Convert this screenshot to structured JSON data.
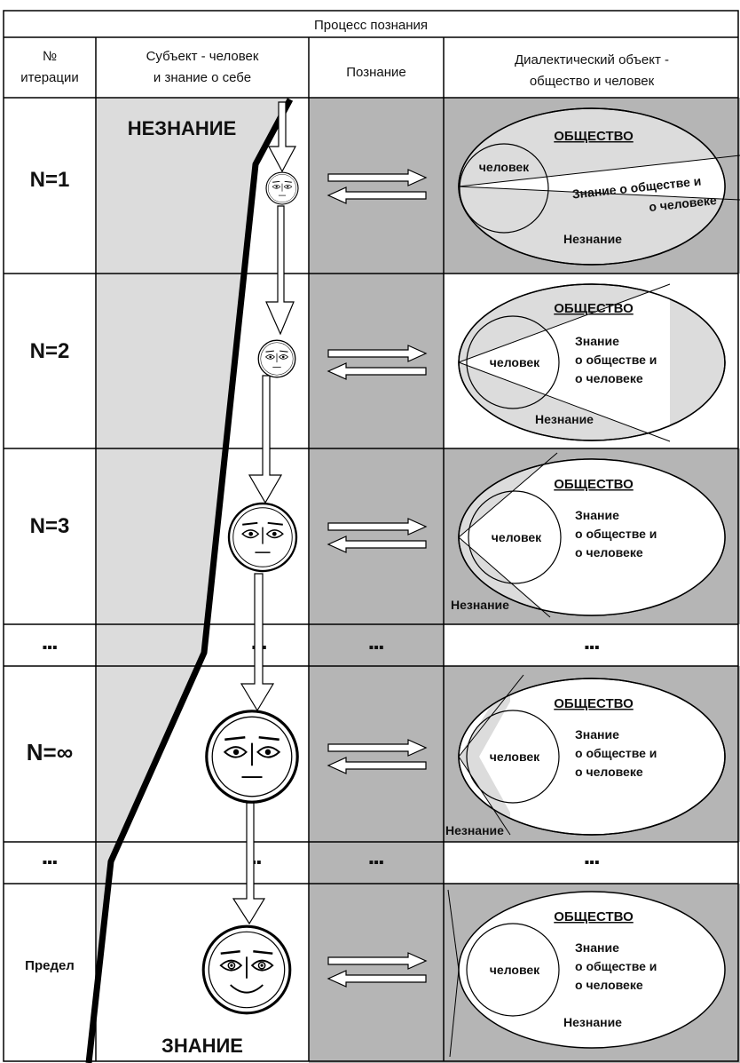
{
  "header": {
    "title": "Процесс познания",
    "col_iteration": [
      "№",
      "итерации"
    ],
    "col_subject": [
      "Субъект - человек",
      "и знание о себе"
    ],
    "col_cognition": "Познание",
    "col_object": [
      "Диалектический объект -",
      "общество и человек"
    ]
  },
  "subject_labels": {
    "ignorance": "НЕЗНАНИЕ",
    "knowledge": "ЗНАНИЕ"
  },
  "rows": [
    {
      "label": "N=1"
    },
    {
      "label": "N=2"
    },
    {
      "label": "N=3"
    },
    {
      "label": "▪▪▪"
    },
    {
      "label": "N=∞"
    },
    {
      "label": "▪▪▪"
    },
    {
      "label": "Предел"
    }
  ],
  "ellipsis": "▪▪▪",
  "object_labels": {
    "society": "ОБЩЕСТВО",
    "person": "человек",
    "knowledge_row1": [
      "Знание о обществе и",
      "о человеке"
    ],
    "knowledge": [
      "Знание",
      "о обществе и",
      "о человеке"
    ],
    "ignorance": "Незнание"
  },
  "colors": {
    "shaded": "#dcdcdc",
    "cognition_bg": "#b5b5b5",
    "grid": "#000000",
    "line": "#000000"
  }
}
